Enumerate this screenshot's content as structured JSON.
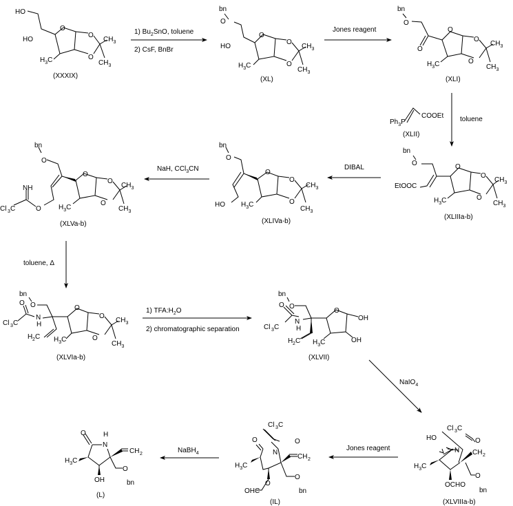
{
  "scheme": {
    "compounds": [
      {
        "id": "XXXIX",
        "label": "(XXXIX)"
      },
      {
        "id": "XL",
        "label": "(XL)"
      },
      {
        "id": "XLI",
        "label": "(XLI)"
      },
      {
        "id": "XLII",
        "label": "(XLII)"
      },
      {
        "id": "XLIII",
        "label": "(XLIIIa-b)"
      },
      {
        "id": "XLIV",
        "label": "(XLIVa-b)"
      },
      {
        "id": "XLV",
        "label": "(XLVa-b)"
      },
      {
        "id": "XLVI",
        "label": "(XLVIa-b)"
      },
      {
        "id": "XLVII",
        "label": "(XLVII)"
      },
      {
        "id": "XLVIII",
        "label": "(XLVIIIa-b)"
      },
      {
        "id": "IL",
        "label": "(IL)"
      },
      {
        "id": "L",
        "label": "(L)"
      }
    ],
    "steps": [
      {
        "from": "XXXIX",
        "to": "XL",
        "reagents": [
          "1) Bu2SnO, toluene",
          "2) CsF, BnBr"
        ]
      },
      {
        "from": "XL",
        "to": "XLI",
        "reagents": [
          "Jones reagent"
        ]
      },
      {
        "from": "XLI",
        "to": "XLIIIa-b",
        "reagents": [
          "Ph3P=CHCOOEt (XLII)",
          "toluene"
        ]
      },
      {
        "from": "XLIIIa-b",
        "to": "XLIVa-b",
        "reagents": [
          "DIBAL"
        ]
      },
      {
        "from": "XLIVa-b",
        "to": "XLVa-b",
        "reagents": [
          "NaH, CCl3CN"
        ]
      },
      {
        "from": "XLVa-b",
        "to": "XLVIa-b",
        "reagents": [
          "toluene, Δ"
        ]
      },
      {
        "from": "XLVIa-b",
        "to": "XLVII",
        "reagents": [
          "1) TFA:H2O",
          "2) chromatographic separation"
        ]
      },
      {
        "from": "XLVII",
        "to": "XLVIIIa-b",
        "reagents": [
          "NaIO4"
        ]
      },
      {
        "from": "XLVIIIa-b",
        "to": "IL",
        "reagents": [
          "Jones reagent"
        ]
      },
      {
        "from": "IL",
        "to": "L",
        "reagents": [
          "NaBH4"
        ]
      }
    ]
  },
  "text": {
    "r1a": "1) Bu",
    "r1a_sub": "2",
    "r1a_tail": "SnO, toluene",
    "r1b": "2) CsF, BnBr",
    "r2": "Jones reagent",
    "r3_ph": "Ph",
    "r3_sub": "3",
    "r3_p": "P",
    "r3_coo": "COOEt",
    "r3_solv": "toluene",
    "r4": "DIBAL",
    "r5a": "NaH, CCl",
    "r5_sub": "3",
    "r5b": "CN",
    "r6": "toluene, Δ",
    "r7a": "1) TFA:H",
    "r7_sub": "2",
    "r7b": "O",
    "r7c": "2) chromatographic separation",
    "r8a": "NaIO",
    "r8_sub": "4",
    "r9": "Jones reagent",
    "r10a": "NaBH",
    "r10_sub": "4",
    "bn": "bn",
    "O": "O",
    "HO": "HO",
    "OH": "OH",
    "H3C_H": "H",
    "sub3": "3",
    "sub2": "2",
    "C": "C",
    "CH": "CH",
    "NH": "NH",
    "N": "N",
    "H": "H",
    "Cl": "Cl",
    "EtOOC": "EtOOC",
    "OCHO": "OCHO",
    "OHC": "OHC"
  }
}
